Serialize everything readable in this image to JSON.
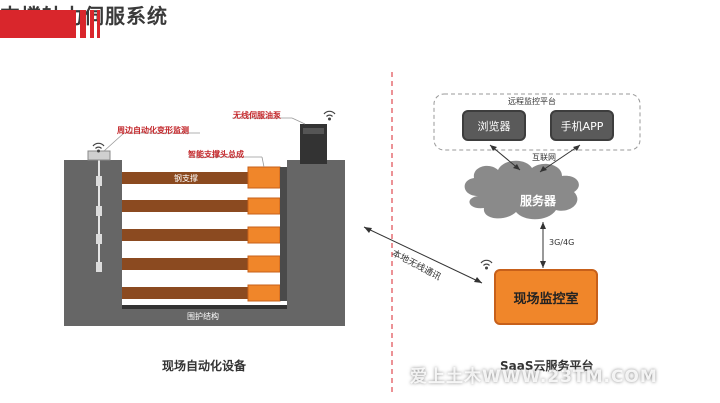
{
  "title": "支撑轴力伺服系统",
  "colors": {
    "accent": "#d9262c",
    "steel": "#8b4a20",
    "orange": "#f0862a",
    "dark": "#555555"
  },
  "left": {
    "monitor_label": "周边自动化变形监测",
    "pump_label": "无线伺服油泵",
    "head_label": "智能支撑头总成",
    "steel_label": "钢支撑",
    "wall_label": "围护结构",
    "caption": "现场自动化设备"
  },
  "link_label": "本地无线通讯",
  "right": {
    "platform_label": "远程监控平台",
    "browser": "浏览器",
    "app": "手机APP",
    "internet": "互联网",
    "server": "服务器",
    "net_3g": "3G/4G",
    "control_room": "现场监控室",
    "caption": "SaaS云服务平台"
  },
  "watermark": "爱上土木WWW.23TM.COM"
}
